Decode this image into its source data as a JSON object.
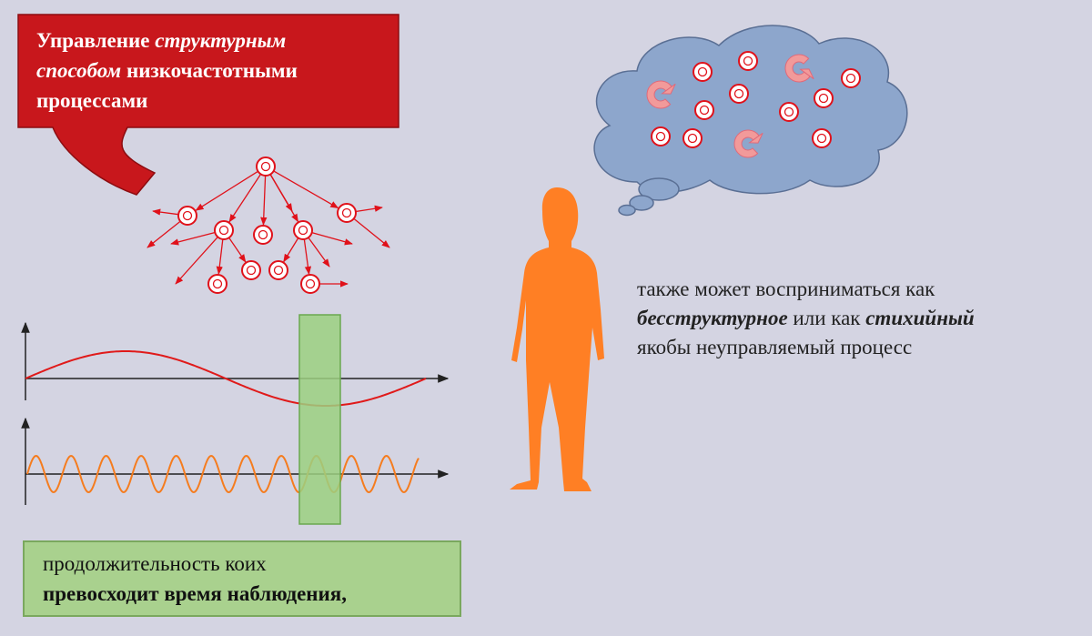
{
  "colors": {
    "background": "#d4d4e2",
    "callout_red": "#c8171c",
    "node_red": "#e0111a",
    "low_freq_wave": "#e01a1a",
    "high_freq_wave": "#f57c1e",
    "observation_window": "#9bd080",
    "person": "#ff7f24",
    "thought_cloud": "#8da6cc",
    "swirl_arrow": "#f29a9a",
    "text_box_green": "#a9d18e"
  },
  "callout": {
    "line1_plain": "Управление ",
    "line1_italic": "структурным",
    "line2_italic": "способом",
    "line2_plain": " низкочастотными",
    "line3_plain": "процессами"
  },
  "text_box": {
    "line1": "продолжительность коих",
    "line2": "превосходит время наблюдения,"
  },
  "right_text": {
    "line1": "также может восприниматься как",
    "line2_bold_italic_1": "бесструктурное",
    "line2_plain": " или как ",
    "line2_bold_italic_2": "стихийный",
    "line3": "якобы неуправляемый процесс"
  },
  "icons": {
    "person": "person-silhouette-icon",
    "cloud": "thought-cloud-icon",
    "swirl": "circular-arrow-icon",
    "node": "target-node-icon"
  }
}
